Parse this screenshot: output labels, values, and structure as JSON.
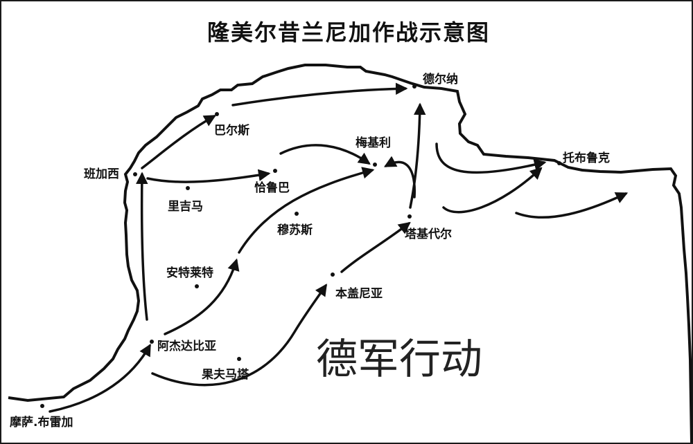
{
  "map": {
    "title": "隆美尔昔兰尼加作战示意图",
    "caption": "德军行动",
    "places": {
      "derna": "德尔纳",
      "tobruk": "托布鲁克",
      "mechili": "梅基利",
      "barce": "巴尔斯",
      "benghazi": "班加西",
      "charruba": "恰鲁巴",
      "er_regima": "里吉马",
      "msus": "穆苏斯",
      "tengeder": "塔基代尔",
      "bir_ben_gania": "本盖尼亚",
      "antelat": "安特莱特",
      "agedabia": "阿杰达比亚",
      "gof_mati": "果夫马塔",
      "mersa_brega": "摩萨.布雷加"
    },
    "colors": {
      "ink": "#111111",
      "background": "#ffffff"
    }
  }
}
